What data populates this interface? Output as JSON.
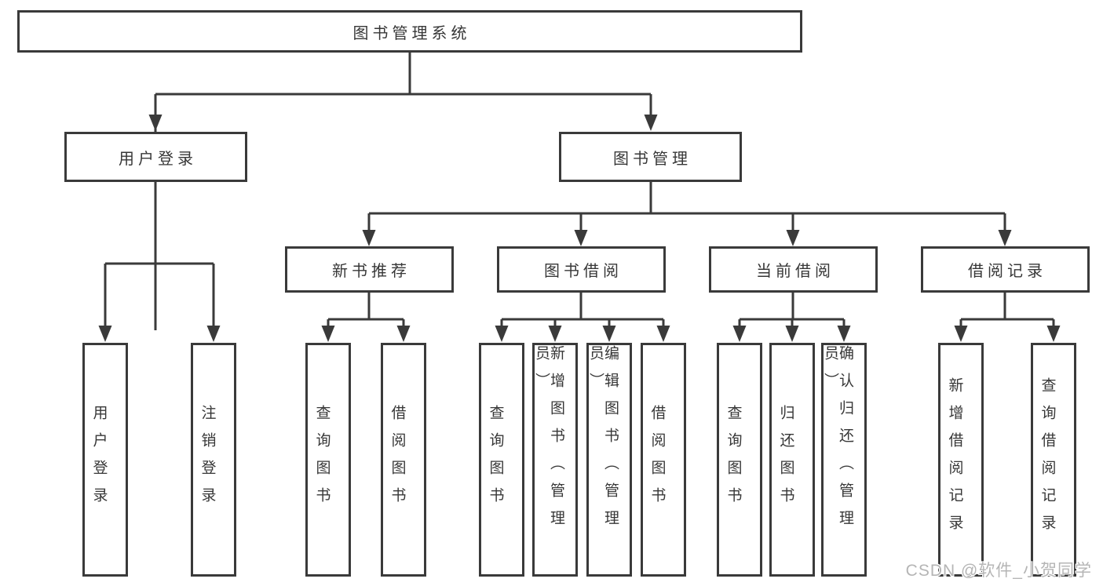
{
  "tree": {
    "label": "图书管理系统",
    "children": [
      {
        "label": "用户登录",
        "children": [
          {
            "label": "用户登录"
          },
          {
            "label": "注销登录"
          }
        ]
      },
      {
        "label": "图书管理",
        "children": [
          {
            "label": "新书推荐",
            "children": [
              {
                "label": "查询图书"
              },
              {
                "label": "借阅图书"
              }
            ]
          },
          {
            "label": "图书借阅",
            "children": [
              {
                "label": "查询图书"
              },
              {
                "label": "新增图书（管理员）"
              },
              {
                "label": "编辑图书（管理员）"
              },
              {
                "label": "借阅图书"
              }
            ]
          },
          {
            "label": "当前借阅",
            "children": [
              {
                "label": "查询图书"
              },
              {
                "label": "归还图书"
              },
              {
                "label": "确认归还（管理员）"
              }
            ]
          },
          {
            "label": "借阅记录",
            "children": [
              {
                "label": "新增借阅记录"
              },
              {
                "label": "查询借阅记录"
              }
            ]
          }
        ]
      }
    ]
  },
  "watermark": {
    "text": "CSDN @软件_小贺同学"
  },
  "colors": {
    "line": "#3a3a3a",
    "text": "#373737",
    "box_background": "#ffffff",
    "page_background": "#ffffff",
    "watermark": "#b5b5b5"
  }
}
